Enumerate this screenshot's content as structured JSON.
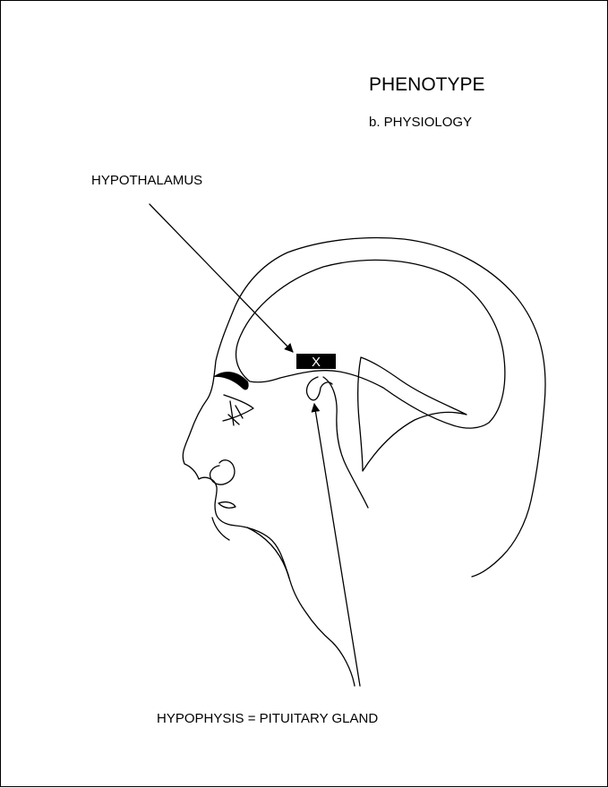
{
  "title": "PHENOTYPE",
  "subtitle": "b. PHYSIOLOGY",
  "labels": {
    "hypothalamus": "HYPOTHALAMUS",
    "pituitary": "HYPOPHYSIS = PITUITARY GLAND",
    "marker": "X"
  },
  "colors": {
    "line": "#000000",
    "background": "#ffffff",
    "marker_fill": "#000000",
    "marker_text": "#ffffff"
  }
}
